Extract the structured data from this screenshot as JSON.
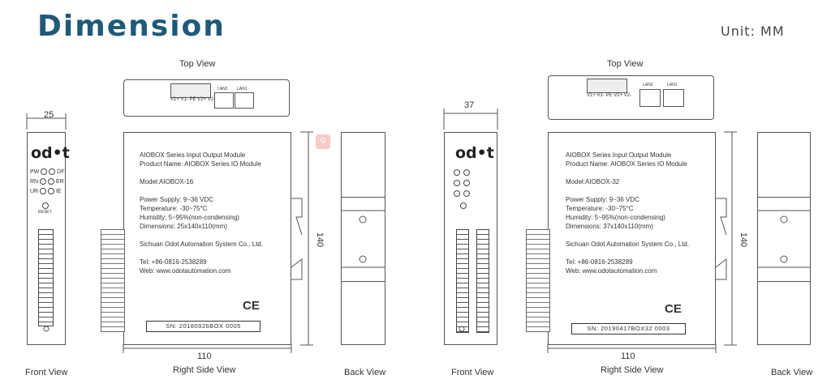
{
  "header": {
    "title": "Dimension",
    "unit": "Unit: MM"
  },
  "left": {
    "top_view": "Top View",
    "front_view": "Front View",
    "right_side_view": "Right Side View",
    "back_view": "Back View",
    "width_dim": "25",
    "length_dim": "110",
    "height_dim": "140",
    "logo": "od•t",
    "leds": [
      [
        "PW",
        "DF"
      ],
      [
        "RN",
        "ER"
      ],
      [
        "UR",
        "IE"
      ]
    ],
    "reset": "RESET",
    "label_lines": [
      "AIOBOX Series Input Output Module",
      "Product Name: AIOBOX Series IO Module",
      "",
      "Model:AIOBOX-16",
      "",
      "Power Supply: 9~36 VDC",
      "Temperature: -30~75°C",
      "Humidity: 5~95%(non-condensing)",
      "Dimensions: 25x140x110(mm)",
      "",
      "Sichuan Odot Automation System Co., Ltd.",
      "",
      "Tel: +86-0816-2538289",
      "Web: www.odotautomation.com"
    ],
    "ce": "CE",
    "sn": "SN: 20180926BOX 0005",
    "top_terminals": [
      "V1+",
      "V1-",
      "PE",
      "V2+",
      "V2-"
    ],
    "lan": [
      "LAN2",
      "LAN1"
    ]
  },
  "right": {
    "top_view": "Top View",
    "front_view": "Front View",
    "right_side_view": "Right Side View",
    "back_view": "Back View",
    "width_dim": "37",
    "length_dim": "110",
    "height_dim": "140",
    "logo": "od•t",
    "label_lines": [
      "AIOBOX Series Input Output Module",
      "Product Name: AIOBOX Series IO Module",
      "",
      "Model:AIOBOX-32",
      "",
      "Power Supply: 9~36 VDC",
      "Temperature: -30~75°C",
      "Humidity: 5~95%(non-condensing)",
      "Dimensions: 37x140x110(mm)",
      "",
      "Sichuan Odot Automation System Co., Ltd.",
      "",
      "Tel: +86-0816-2538289",
      "Web: www.odotautomation.com"
    ],
    "ce": "CE",
    "sn": "SN: 20190417BOX32 0003",
    "top_terminals": [
      "V1+",
      "V1-",
      "PE",
      "V2+",
      "V2-"
    ],
    "lan": [
      "LAN2",
      "LAN1"
    ]
  },
  "search_icon": "magnifier-icon"
}
